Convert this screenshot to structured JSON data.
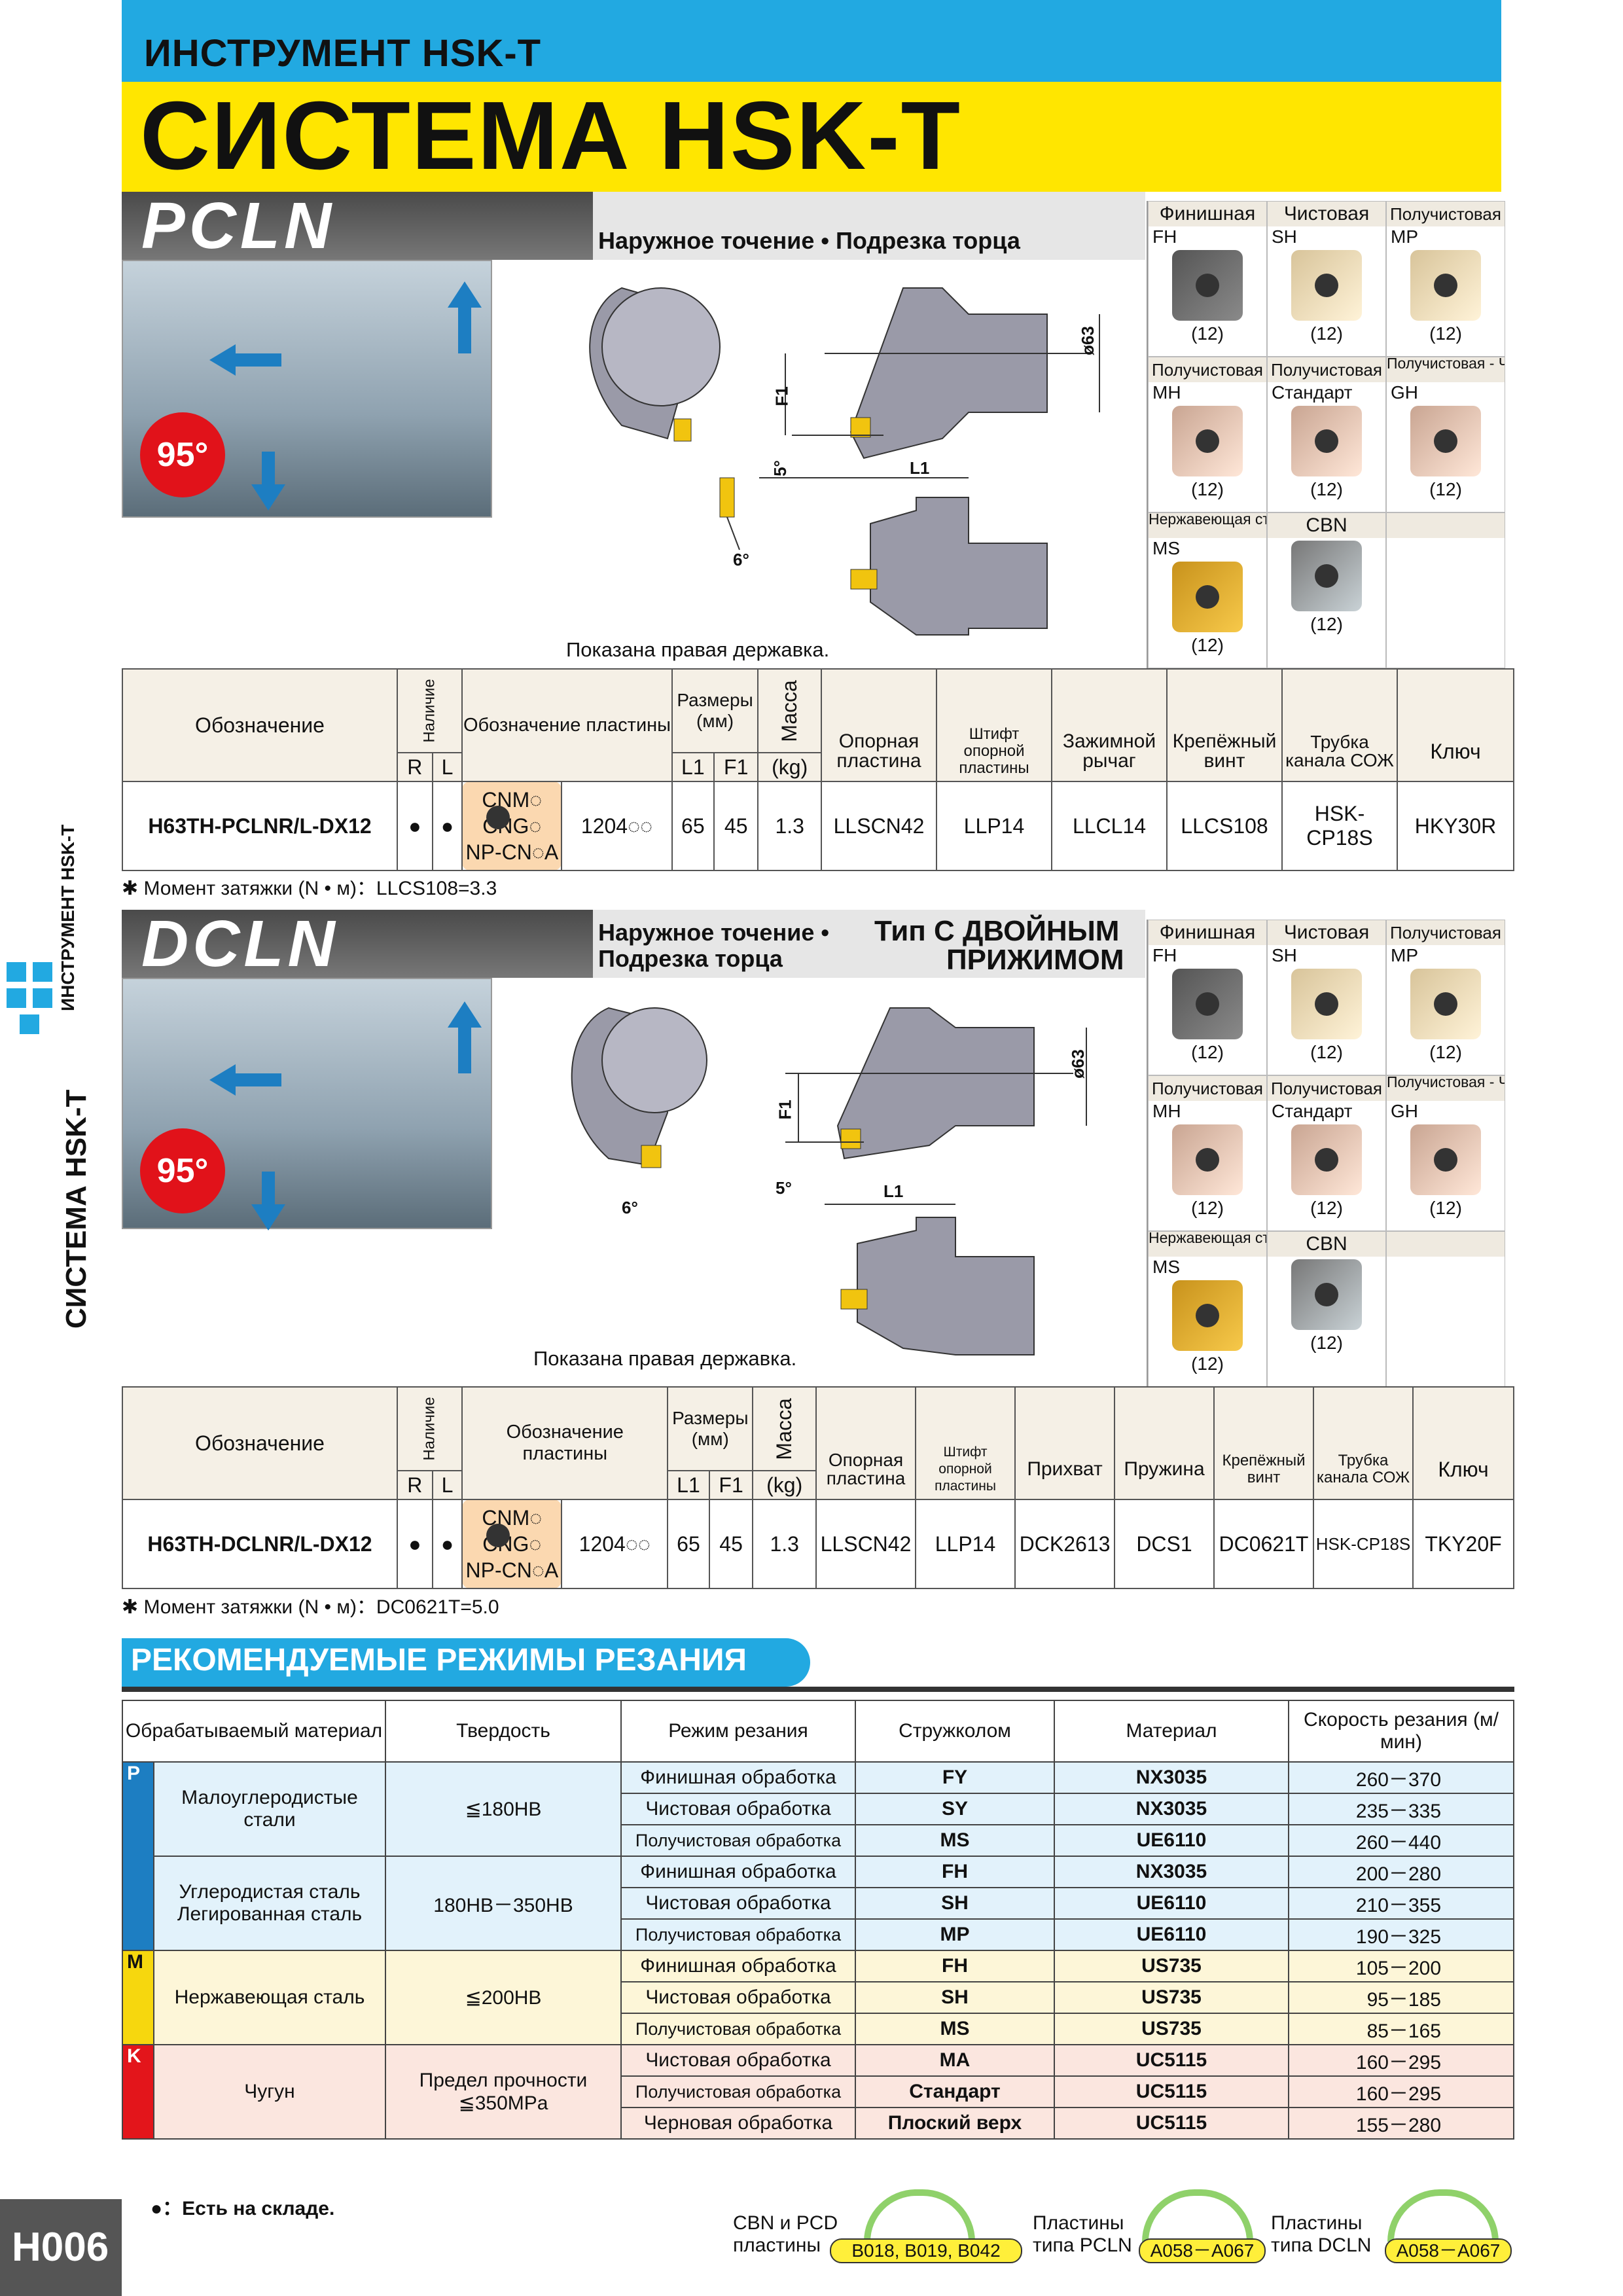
{
  "header": {
    "subtitle": "ИНСТРУМЕНТ HSK-T",
    "title": "СИСТЕМА HSK-T"
  },
  "sections": [
    {
      "code": "PCLN",
      "desc_line1": "Наружное точение • Подрезка торца",
      "desc_line2": "",
      "desc_right1": "",
      "desc_right2": "",
      "angle": "95°",
      "caption": "Показана правая державка.",
      "drawing_labels": {
        "d": "ø63",
        "f1": "F1",
        "l1": "L1",
        "a5": "5°",
        "a6": "6°"
      },
      "inserts": {
        "row1": [
          {
            "head": "Финишная",
            "code": "FH",
            "count": "(12)"
          },
          {
            "head": "Чистовая",
            "code": "SH",
            "count": "(12)"
          },
          {
            "head": "Получистовая",
            "code": "MP",
            "count": "(12)"
          }
        ],
        "row2": [
          {
            "head": "Получистовая",
            "code": "MH",
            "count": "(12)"
          },
          {
            "head": "Получистовая",
            "code": "",
            "extra": "Стандарт",
            "count": "(12)"
          },
          {
            "head": "Получистовая - Черновая",
            "code": "GH",
            "count": "(12)"
          }
        ],
        "row3": [
          {
            "head": "Нержавеющая сталь",
            "code": "MS",
            "count": "(12)"
          },
          {
            "head": "CBN",
            "code": "",
            "count": "(12)"
          }
        ]
      },
      "table": {
        "h_designation": "Обозначение",
        "h_avail": "Наличие",
        "h_r": "R",
        "h_l": "L",
        "h_insert": "Обозначение пластины",
        "h_dims": "Размеры (мм)",
        "h_l1": "L1",
        "h_f1": "F1",
        "h_mass": "Масса",
        "h_kg": "(kg)",
        "h_parts": [
          "Опорная пластина",
          "Штифт опорной пластины",
          "Зажимной рычаг",
          "Крепёжный винт",
          "Трубка канала СОЖ",
          "Ключ"
        ],
        "star": "*",
        "row": {
          "designation": "H63TH-PCLNR/L-DX12",
          "r": "●",
          "l": "●",
          "insert_types": "CNM◌ CNG◌ NP-CN◌A",
          "insert_size": "1204◌◌",
          "l1": "65",
          "f1": "45",
          "mass": "1.3",
          "parts": [
            "LLSCN42",
            "LLP14",
            "LLCL14",
            "LLCS108",
            "HSK-CP18S",
            "HKY30R"
          ]
        }
      },
      "torque_note": "✱ Момент затяжки (N • м)：LLCS108=3.3"
    },
    {
      "code": "DCLN",
      "desc_line1": "Наружное точение •",
      "desc_line2": "Подрезка торца",
      "desc_right1": "Тип С ДВОЙНЫМ",
      "desc_right2": "ПРИЖИМОМ",
      "angle": "95°",
      "caption": "Показана правая державка.",
      "drawing_labels": {
        "d": "ø63",
        "f1": "F1",
        "l1": "L1",
        "a5": "5°",
        "a6": "6°"
      },
      "inserts": {
        "row1": [
          {
            "head": "Финишная",
            "code": "FH",
            "count": "(12)"
          },
          {
            "head": "Чистовая",
            "code": "SH",
            "count": "(12)"
          },
          {
            "head": "Получистовая",
            "code": "MP",
            "count": "(12)"
          }
        ],
        "row2": [
          {
            "head": "Получистовая",
            "code": "MH",
            "count": "(12)"
          },
          {
            "head": "Получистовая",
            "code": "",
            "extra": "Стандарт",
            "count": "(12)"
          },
          {
            "head": "Получистовая - Черновая",
            "code": "GH",
            "count": "(12)"
          }
        ],
        "row3": [
          {
            "head": "Нержавеющая сталь",
            "code": "MS",
            "count": "(12)"
          },
          {
            "head": "CBN",
            "code": "",
            "count": "(12)"
          }
        ]
      },
      "table": {
        "h_designation": "Обозначение",
        "h_avail": "Наличие",
        "h_r": "R",
        "h_l": "L",
        "h_insert": "Обозначение пластины",
        "h_dims": "Размеры (мм)",
        "h_l1": "L1",
        "h_f1": "F1",
        "h_mass": "Масса",
        "h_kg": "(kg)",
        "h_parts": [
          "Опорная пластина",
          "Штифт опорной пластины",
          "Прихват",
          "Пружина",
          "Крепёжный винт",
          "Трубка канала СОЖ",
          "Ключ"
        ],
        "star": "*",
        "row": {
          "designation": "H63TH-DCLNR/L-DX12",
          "r": "●",
          "l": "●",
          "insert_types": "CNM◌ CNG◌ NP-CN◌A",
          "insert_size": "1204◌◌",
          "l1": "65",
          "f1": "45",
          "mass": "1.3",
          "parts": [
            "LLSCN42",
            "LLP14",
            "DCK2613",
            "DCS1",
            "DC0621T",
            "HSK-CP18S",
            "TKY20F"
          ]
        }
      },
      "torque_note": "✱ Момент затяжки (N • м)：DC0621T=5.0"
    }
  ],
  "side_tab": {
    "small": "ИНСТРУМЕНТ HSK-T",
    "big": "СИСТЕМА HSK-T"
  },
  "cutting": {
    "title": "РЕКОМЕНДУЕМЫЕ РЕЖИМЫ РЕЗАНИЯ",
    "headers": [
      "Обрабатываемый материал",
      "Твердость",
      "Режим резания",
      "Стружколом",
      "Материал",
      "Скорость резания (м/мин)"
    ],
    "groups": [
      {
        "label": "P",
        "cls": "P",
        "materials": [
          {
            "name": "Малоуглеродистые стали",
            "hardness": "≦180HB",
            "rows": [
              {
                "mode": "Финишная обработка",
                "breaker": "FY",
                "grade": "NX3035",
                "speed": "260－370"
              },
              {
                "mode": "Чистовая обработка",
                "breaker": "SY",
                "grade": "NX3035",
                "speed": "235－335"
              },
              {
                "mode": "Получистовая обработка",
                "breaker": "MS",
                "grade": "UE6110",
                "speed": "260－440"
              }
            ]
          },
          {
            "name": "Углеродистая сталь Легированная сталь",
            "hardness": "180HB－350HB",
            "rows": [
              {
                "mode": "Финишная обработка",
                "breaker": "FH",
                "grade": "NX3035",
                "speed": "200－280"
              },
              {
                "mode": "Чистовая обработка",
                "breaker": "SH",
                "grade": "UE6110",
                "speed": "210－355"
              },
              {
                "mode": "Получистовая обработка",
                "breaker": "MP",
                "grade": "UE6110",
                "speed": "190－325"
              }
            ]
          }
        ]
      },
      {
        "label": "M",
        "cls": "M",
        "materials": [
          {
            "name": "Нержавеющая сталь",
            "hardness": "≦200HB",
            "rows": [
              {
                "mode": "Финишная обработка",
                "breaker": "FH",
                "grade": "US735",
                "speed": "105－200"
              },
              {
                "mode": "Чистовая обработка",
                "breaker": "SH",
                "grade": "US735",
                "speed": "95－185"
              },
              {
                "mode": "Получистовая обработка",
                "breaker": "MS",
                "grade": "US735",
                "speed": "85－165"
              }
            ]
          }
        ]
      },
      {
        "label": "K",
        "cls": "K",
        "materials": [
          {
            "name": "Чугун",
            "hardness": "Предел прочности ≦350MPa",
            "rows": [
              {
                "mode": "Чистовая обработка",
                "breaker": "MA",
                "grade": "UC5115",
                "speed": "160－295"
              },
              {
                "mode": "Получистовая обработка",
                "breaker": "Стандарт",
                "grade": "UC5115",
                "speed": "160－295"
              },
              {
                "mode": "Черновая обработка",
                "breaker": "Плоский верх",
                "grade": "UC5115",
                "speed": "155－280"
              }
            ]
          }
        ]
      }
    ]
  },
  "footer": {
    "page": "H006",
    "stock": "●：Есть на складе.",
    "links": [
      {
        "label": "CBN и PCD пластины",
        "pages": "B018, B019, B042"
      },
      {
        "label": "Пластины типа PCLN",
        "pages": "A058－A067"
      },
      {
        "label": "Пластины типа DCLN",
        "pages": "A058－A067"
      }
    ]
  },
  "colors": {
    "cyan": "#22a9e1",
    "yellow": "#ffe600",
    "red": "#e1121a",
    "blue": "#1d7ec2"
  }
}
